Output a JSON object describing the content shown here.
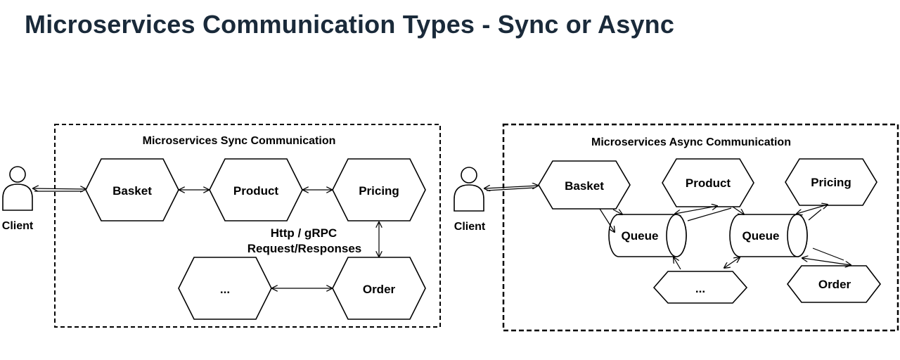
{
  "title": "Microservices Communication Types - Sync or Async",
  "sync": {
    "caption": "Microservices Sync Communication",
    "client": "Client",
    "services": {
      "basket": "Basket",
      "product": "Product",
      "pricing": "Pricing",
      "ellipsis": "...",
      "order": "Order"
    },
    "protocol_line1": "Http / gRPC",
    "protocol_line2": "Request/Responses"
  },
  "async": {
    "caption": "Microservices Async Communication",
    "client": "Client",
    "services": {
      "basket": "Basket",
      "product": "Product",
      "pricing": "Pricing",
      "ellipsis": "...",
      "order": "Order"
    },
    "queue1": "Queue",
    "queue2": "Queue"
  }
}
